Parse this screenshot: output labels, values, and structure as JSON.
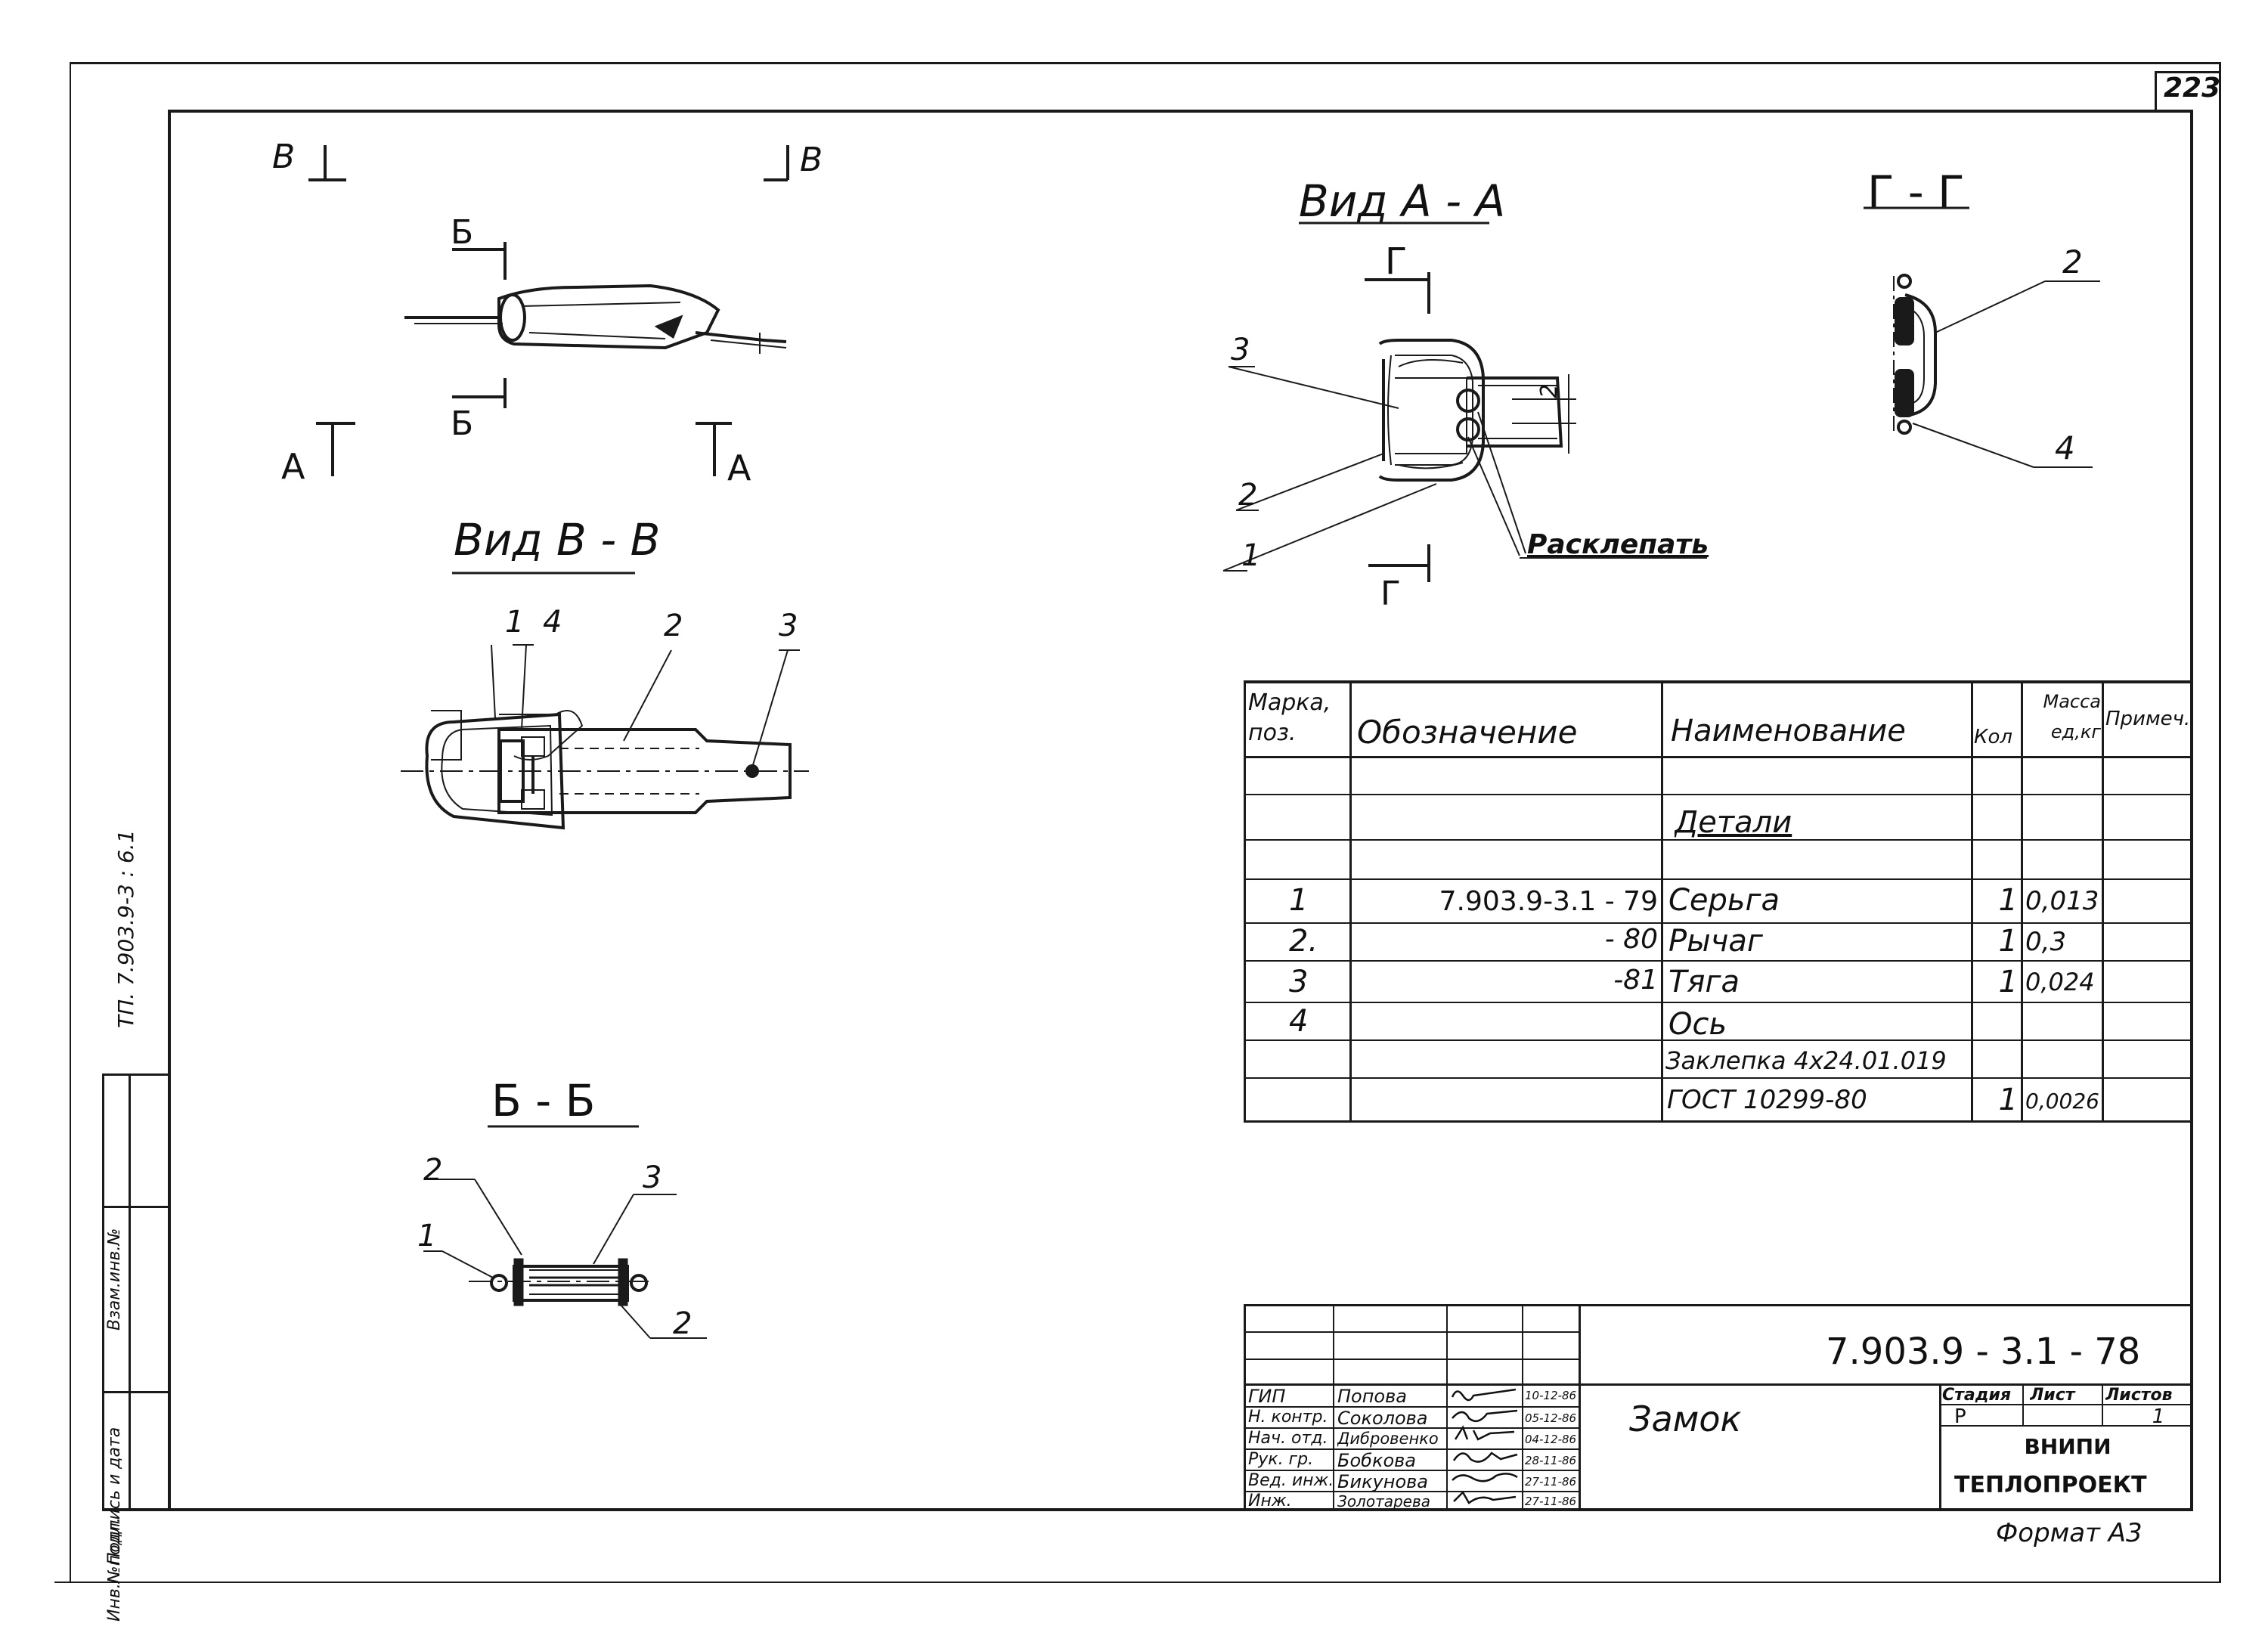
{
  "sheet": {
    "number": "223",
    "format": "Формат А3"
  },
  "side_stamp": {
    "code": "ТП. 7.903.9-3 : 6.1",
    "fields": [
      "Инв.№подл.",
      "Подпись и дата",
      "Взам.инв.№"
    ]
  },
  "views": {
    "main": {
      "cut_v_left": "В",
      "cut_v_right": "В",
      "cut_b_top": "Б",
      "cut_b_bottom": "Б",
      "cut_a_left": "А",
      "cut_a_right": "А"
    },
    "view_aa": {
      "title": "Вид А - А",
      "cut_g_top": "Г",
      "cut_g_bottom": "Г",
      "callouts": [
        "3",
        "2",
        "1"
      ],
      "dim": "2",
      "note": "Расклепать"
    },
    "view_gg": {
      "title": "Г - Г",
      "callouts": [
        "2",
        "4"
      ]
    },
    "view_vv": {
      "title": "Вид В - В",
      "callouts": [
        "1",
        "4",
        "2",
        "3"
      ]
    },
    "view_bb": {
      "title": "Б - Б",
      "callouts": [
        "2",
        "1",
        "3",
        "2"
      ]
    }
  },
  "spec_table": {
    "headers": {
      "mark": "Марка, поз.",
      "designation": "Обозначение",
      "name": "Наименование",
      "qty": "Кол",
      "mass": "Масса ед,кг",
      "note": "Примеч."
    },
    "section": "Детали",
    "rows": [
      {
        "mark": "1",
        "designation": "7.903.9-3.1 - 79",
        "name": "Серьга",
        "qty": "1",
        "mass": "0,013"
      },
      {
        "mark": "2.",
        "designation": "- 80",
        "name": "Рычаг",
        "qty": "1",
        "mass": "0,3"
      },
      {
        "mark": "3",
        "designation": "-81",
        "name": "Тяга",
        "qty": "1",
        "mass": "0,024"
      },
      {
        "mark": "4",
        "designation": "",
        "name": "Ось",
        "qty": "",
        "mass": ""
      },
      {
        "mark": "",
        "designation": "",
        "name": "Заклепка 4х24.01.019",
        "qty": "",
        "mass": ""
      },
      {
        "mark": "",
        "designation": "",
        "name": "ГОСТ 10299-80",
        "qty": "1",
        "mass": "0,0026"
      }
    ]
  },
  "title_block": {
    "doc_code": "7.903.9 - 3.1 - 78",
    "title": "Замок",
    "stage_label": "Стадия",
    "sheet_label": "Лист",
    "sheets_label": "Листов",
    "stage": "Р",
    "sheets": "1",
    "org_line1": "ВНИПИ",
    "org_line2": "ТЕПЛОПРОЕКТ",
    "signers": [
      {
        "role": "ГИП",
        "name": "Попова",
        "date": "10-12-86"
      },
      {
        "role": "Н. контр.",
        "name": "Соколова",
        "date": "05-12-86"
      },
      {
        "role": "Нач. отд.",
        "name": "Дибровенко",
        "date": "04-12-86"
      },
      {
        "role": "Рук. гр.",
        "name": "Бобкова",
        "date": "28-11-86"
      },
      {
        "role": "Вед. инж.",
        "name": "Бикунова",
        "date": "27-11-86"
      },
      {
        "role": "Инж.",
        "name": "Золотарева",
        "date": "27-11-86"
      }
    ]
  }
}
